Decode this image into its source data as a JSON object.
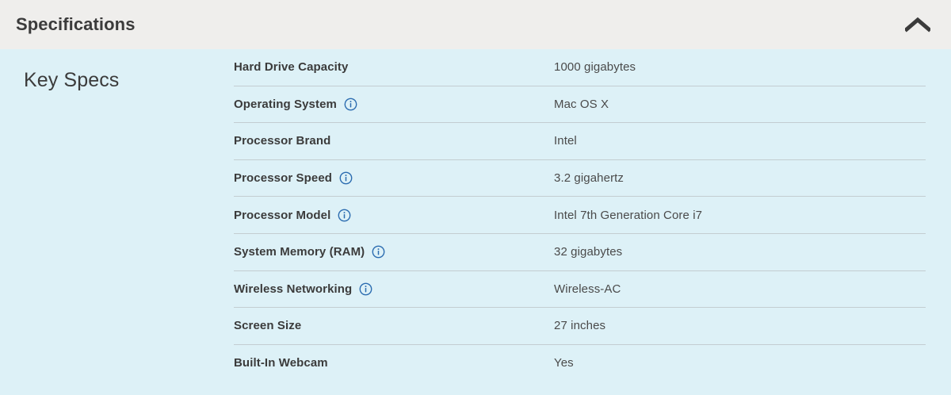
{
  "header": {
    "title": "Specifications",
    "collapse_icon": "chevron-up-icon",
    "background_color": "#efeeec",
    "title_color": "#3b3b3b"
  },
  "body": {
    "background_color": "#ddf1f7",
    "group_label": "Key Specs",
    "divider_color": "#c3cdd1",
    "info_icon_color": "#2b6cb0",
    "rows": [
      {
        "label": "Hard Drive Capacity",
        "has_info": false,
        "value": "1000 gigabytes"
      },
      {
        "label": "Operating System",
        "has_info": true,
        "value": "Mac OS X"
      },
      {
        "label": "Processor Brand",
        "has_info": false,
        "value": "Intel"
      },
      {
        "label": "Processor Speed",
        "has_info": true,
        "value": "3.2 gigahertz"
      },
      {
        "label": "Processor Model",
        "has_info": true,
        "value": "Intel 7th Generation Core i7"
      },
      {
        "label": "System Memory (RAM)",
        "has_info": true,
        "value": "32 gigabytes"
      },
      {
        "label": "Wireless Networking",
        "has_info": true,
        "value": "Wireless-AC"
      },
      {
        "label": "Screen Size",
        "has_info": false,
        "value": "27 inches"
      },
      {
        "label": "Built-In Webcam",
        "has_info": false,
        "value": "Yes"
      }
    ]
  }
}
